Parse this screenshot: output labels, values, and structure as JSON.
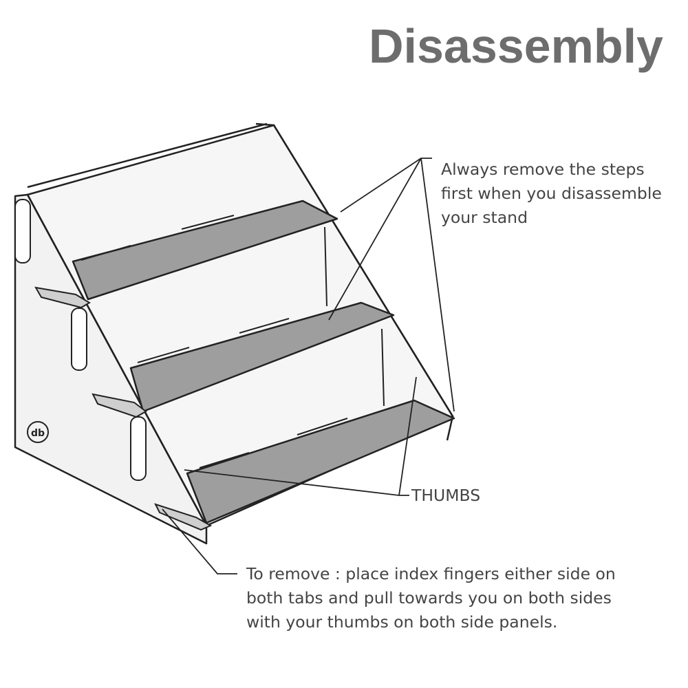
{
  "title": "Disassembly",
  "notes": {
    "steps": [
      "Always remove the steps",
      "first when you disassemble",
      "your stand"
    ],
    "thumbs": "THUMBS",
    "remove": [
      "To remove : place index fingers either side on",
      "both tabs and pull towards you on both sides",
      "with your thumbs on both side panels."
    ]
  },
  "logo_text": "db",
  "colors": {
    "title": "#6d6d6d",
    "text": "#444444",
    "shelf": "#9e9e9e",
    "panel": "#f2f2f2",
    "outline": "#222222"
  }
}
